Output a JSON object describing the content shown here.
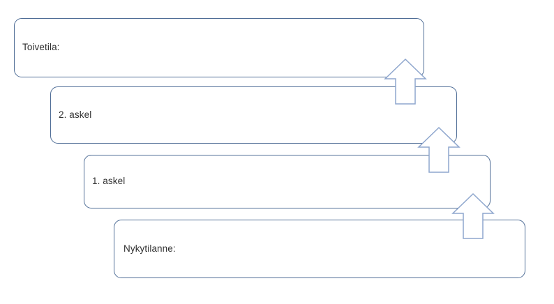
{
  "diagram": {
    "type": "staircase-steps",
    "direction": "upward",
    "title": "",
    "colors": {
      "box_border": "#4f6d96",
      "box_fill": "#ffffff",
      "arrow_border": "#8ea6cd",
      "arrow_fill": "#ffffff",
      "text": "#2f2f2f",
      "background": "#ffffff"
    },
    "steps": [
      {
        "id": "toivetila",
        "label": "Toivetila:",
        "level": 4,
        "order_bottom_up": 4
      },
      {
        "id": "step2",
        "label": "2. askel",
        "level": 3,
        "order_bottom_up": 3
      },
      {
        "id": "step1",
        "label": "1. askel",
        "level": 2,
        "order_bottom_up": 2
      },
      {
        "id": "nykytilanne",
        "label": "Nykytilanne:",
        "level": 1,
        "order_bottom_up": 1
      }
    ],
    "arrows": [
      {
        "id": "arrow-nykytilanne-to-step1",
        "from": "nykytilanne",
        "to": "step1",
        "icon": "arrow-up-icon"
      },
      {
        "id": "arrow-step1-to-step2",
        "from": "step1",
        "to": "step2",
        "icon": "arrow-up-icon"
      },
      {
        "id": "arrow-step2-to-toivetila",
        "from": "step2",
        "to": "toivetila",
        "icon": "arrow-up-icon"
      }
    ]
  }
}
